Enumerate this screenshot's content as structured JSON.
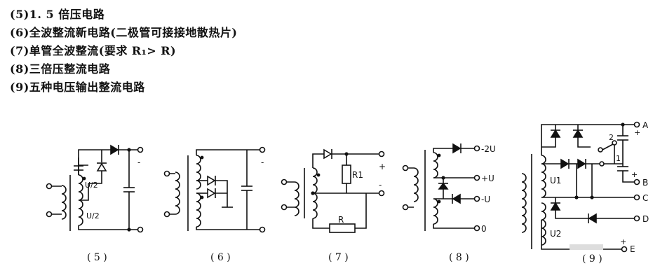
{
  "description_lines": [
    "(5)1. 5 倍压电路",
    "(6)全波整流新电路(二极管可接接地散热片)",
    "(7)单管全波整流(要求 R₁> R)",
    "(8)三倍压整流电路",
    "(9)五种电压输出整流电路"
  ],
  "captions": [
    "( 5 )",
    "( 6 )",
    "( 7 )",
    "( 8 )",
    "( 9 )"
  ],
  "labels": {
    "c5_u2_top": "U/2",
    "c5_u2_bot": "U/2",
    "c5_minus": "-",
    "c6_minus": "-",
    "c7_r1": "R1",
    "c7_r": "R",
    "c7_plus": "+",
    "c7_minus": "-",
    "c8_2u": "-2U",
    "c8_plus_u": "+U",
    "c8_minus_u": "-U",
    "c8_zero": "0",
    "c9_u1": "U1",
    "c9_u2": "U2",
    "c9_a": "A",
    "c9_b": "B",
    "c9_c": "C",
    "c9_d": "D",
    "c9_e": "E",
    "c9_sw1": "1",
    "c9_sw2": "2",
    "c9_plus_a": "+",
    "c9_plus_b": "+",
    "c9_plus_e": "+"
  }
}
